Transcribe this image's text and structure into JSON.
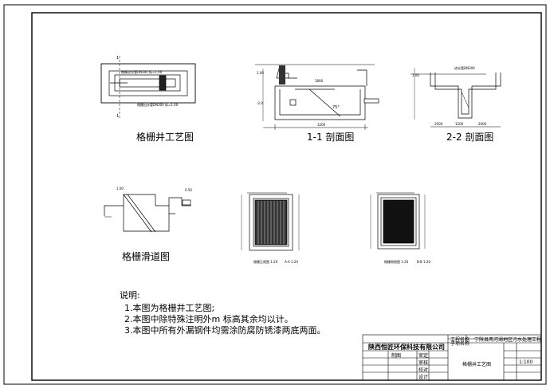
{
  "captions": {
    "grid_well": "格栅井工艺图",
    "section_1_1": "1-1 剖面图",
    "section_2_2": "2-2 剖面图",
    "grid_slide": "格栅滑道图"
  },
  "notes": {
    "heading": "说明:",
    "items": [
      "1.本图为格栅井工艺图;",
      "2.本图中除特殊注明外m 标高其余均以计。",
      "3.本图中所有外漏钢件均需涂防腐防锈漆两底两面。"
    ]
  },
  "titleblock": {
    "company": "陕西恒匠环保科技有限公司",
    "project_top": "宁陕县两河湖地区污水处理工程",
    "drawing_name": "格栅井工艺图",
    "scale": "1:100",
    "row_labels": [
      "工程名称",
      "子项名称"
    ],
    "sign_labels": [
      "审定",
      "审核",
      "校对",
      "设计",
      "制图"
    ]
  }
}
